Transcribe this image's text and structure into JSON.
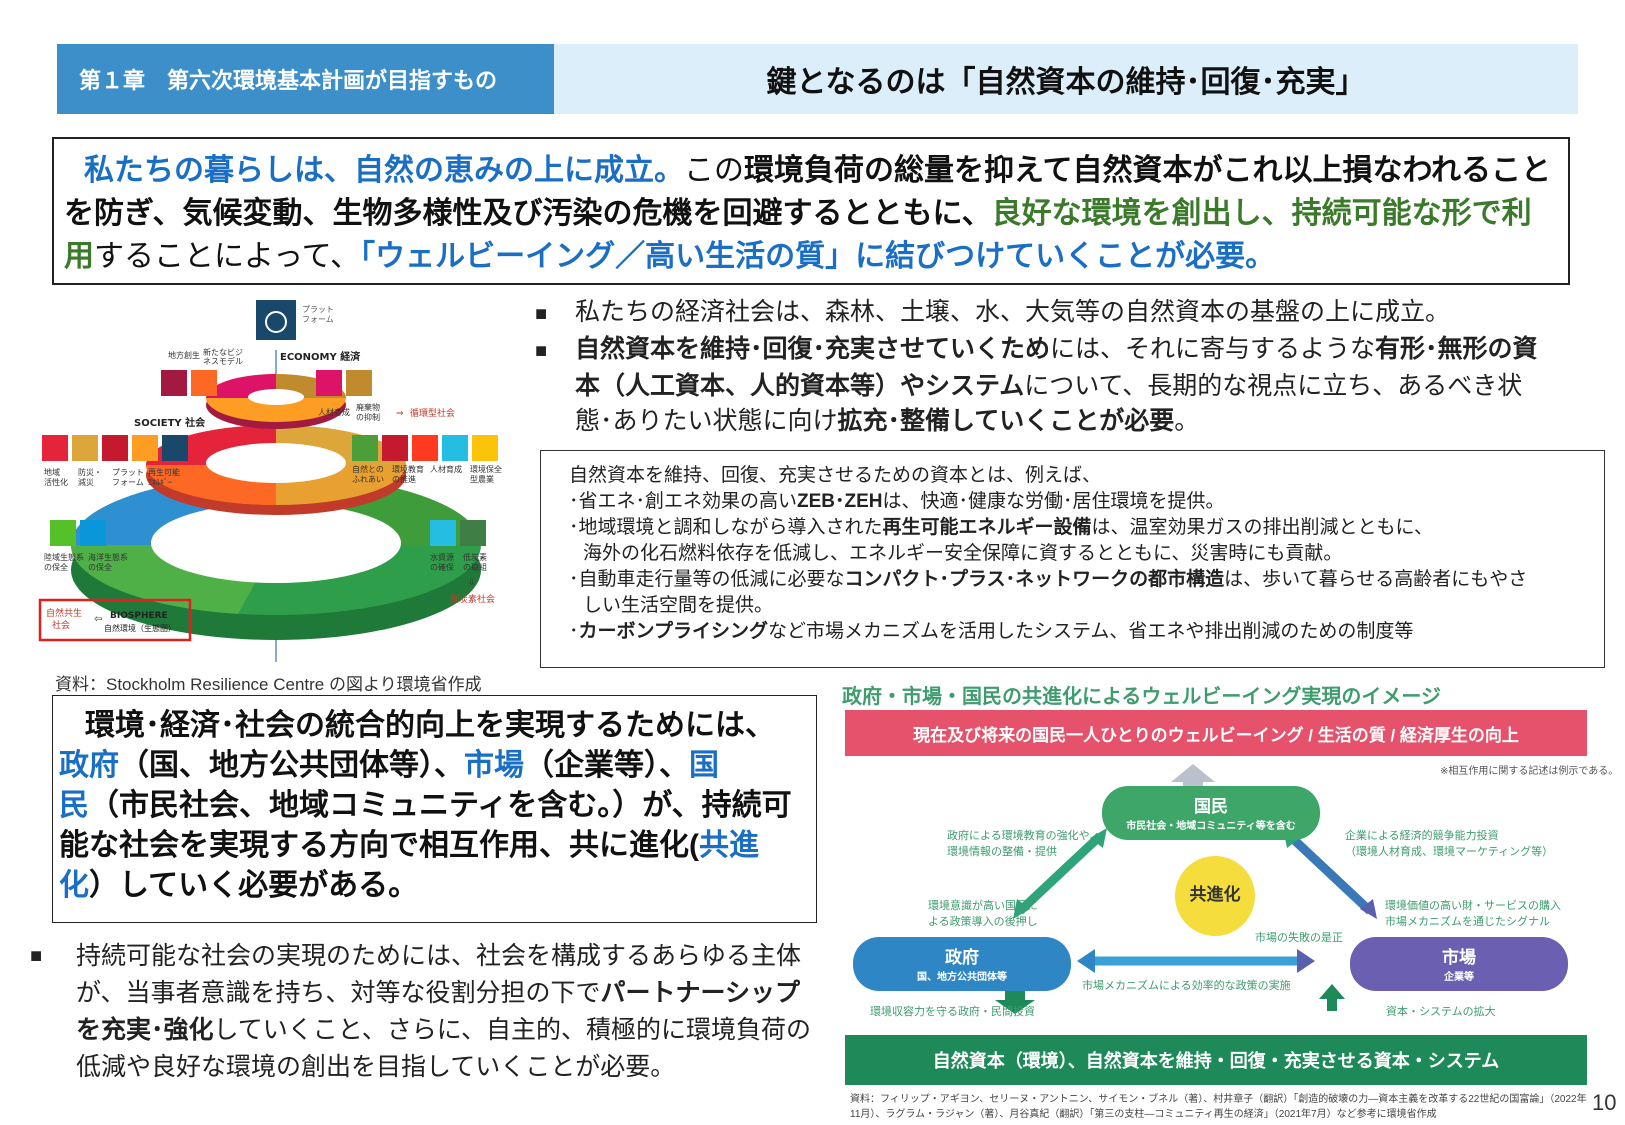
{
  "header": {
    "chapter": "第１章　第六次環境基本計画が目指すもの",
    "title": "鍵となるのは「自然資本の維持･回復･充実」"
  },
  "summary": {
    "p1": "私たちの暮らしは、自然の恵みの上に成立。",
    "p2": "この",
    "p3": "環境負荷の総量を抑えて自然資本がこれ以上損なわれること",
    "p4": "を防ぎ、気候変動、生物多様性及び汚染の危機を回避するとともに、",
    "p5": "良好な環境を創出し、持続可能な形で利",
    "p6": "用",
    "p7": "することによって、",
    "p8": "「ウェルビーイング／高い生活の質」に結びつけていくことが必要。"
  },
  "bullets": {
    "b1": "私たちの経済社会は、森林、土壌、水、大気等の自然資本の基盤の上に成立。",
    "b2_a": "自然資本を維持･回復･充実させていくため",
    "b2_b": "には、それに寄与するような",
    "b2_c": "有形･無形の資",
    "b2_d": "本（人工資本、人的資本等）やシステム",
    "b2_e": "について、長期的な視点に立ち、あるべき状",
    "b2_f": "態･ありたい状態に向け",
    "b2_g": "拡充･整備していくことが必要",
    "b2_h": "。"
  },
  "examples": {
    "intro": "自然資本を維持、回復、充実させるための資本とは、例えば、",
    "e1_a": "･省エネ･創エネ効果の高い",
    "e1_b": "ZEB･ZEH",
    "e1_c": "は、快適･健康な労働･居住環境を提供。",
    "e2_a": "･地域環境と調和しながら導入された",
    "e2_b": "再生可能エネルギー設備",
    "e2_c": "は、温室効果ガスの排出削減とともに、",
    "e2_d": "海外の化石燃料依存を低減し、エネルギー安全保障に資するとともに、災害時にも貢献。",
    "e3_a": "･自動車走行量等の低減に必要な",
    "e3_b": "コンパクト･プラス･ネットワークの都市構造",
    "e3_c": "は、歩いて暮らせる高齢者にもやさ",
    "e3_d": "しい生活空間を提供。",
    "e4_a": "･",
    "e4_b": "カーボンプライシング",
    "e4_c": "など市場メカニズムを活用したシステム、省エネや排出削減のための制度等"
  },
  "sdg_figure": {
    "credit": "資料：Stockholm Resilience Centre の図より環境省作成",
    "platform": "プラット\nフォーム",
    "economy": "ECONOMY 経済",
    "society": "SOCIETY 社会",
    "biosphere": "BIOSPHERE",
    "biosphere_sub": "自然環境（生態圏）",
    "kyosei": "自然共生\n社会",
    "junkan": "循環型社会",
    "datsutanso": "脱炭素社会",
    "labels": {
      "chiho": "地方創生",
      "aratana": "新たなビジ\nネスモデル",
      "jinzai": "人材育成",
      "haikibutsu": "廃棄物\nの抑制",
      "chiiki": "地域\n活性化",
      "bousai": "防災・\n減災",
      "platform2": "プラット\nフォーム",
      "saiene": "再生可能\nｴﾈﾙｷﾞｰ",
      "shizen_fureai": "自然との\nふれあい",
      "kankyo_kyoiku": "環境教育\nの推進",
      "jinzai2": "人材育成",
      "kankyo_hozen": "環境保全\n型農業",
      "rikuiki": "陸域生態系\nの保全",
      "kaiyo": "海洋生態系\nの保全",
      "suishigen": "水資源\nの確保",
      "teitanso": "低炭素\nの取組"
    }
  },
  "coevo": {
    "l1": "環境･経済･社会の統合的向上を実現するためには、",
    "gov": "政府",
    "gov_d": "（国、地方公共団体等）、",
    "market": "市場",
    "market_d": "（企業等）、",
    "people_1": "国",
    "people_2": "民",
    "people_d": "（市民社会、地域コミュニティを含む。）が、持続可",
    "l4": "能な社会を実現する方向で相互作用、共に進化(",
    "kyoshinka_1": "共進",
    "kyoshinka_2": "化",
    "l5": "）していく必要がある。"
  },
  "partner": {
    "a": "持続可能な社会の実現のためには、社会を構成するあらゆる主体が、当事者意識を持ち、対等な役割分担の下で",
    "b": "パートナーシップを充実･強化",
    "c": "していくこと、さらに、自主的、積極的に環境負荷の低減や良好な環境の創出を目指していくことが必要。"
  },
  "diagram": {
    "title": "政府・市場・国民の共進化によるウェルビーイング実現のイメージ",
    "wellbeing": "現在及び将来の国民一人ひとりのウェルビーイング / 生活の質 / 経済厚生の向上",
    "note": "※相互作用に関する記述は例示である。",
    "kokumin": "国民",
    "kokumin_sub": "市民社会・地域コミュニティ等を含む",
    "seifu": "政府",
    "seifu_sub": "国、地方公共団体等",
    "shijo": "市場",
    "shijo_sub": "企業等",
    "center": "共進化",
    "lab_gk_top": "政府による環境教育の強化や\n環境情報の整備・提供",
    "lab_gk_bot": "環境意識が高い国民に\nよる政策導入の後押し",
    "lab_ks_top": "企業による経済的競争能力投資\n（環境人材育成、環境マーケティング等）",
    "lab_ks_bot": "環境価値の高い財・サービスの購入\n市場メカニズムを通じたシグナル",
    "lab_gs_top": "市場の失敗の是正",
    "lab_gs_bot": "市場メカニズムによる効率的な政策の実施",
    "lab_down": "環境収容力を守る政府・民間投資",
    "lab_up": "資本・システムの拡大",
    "base": "自然資本（環境）、自然資本を維持・回復・充実させる資本・システム",
    "source": "資料：フィリップ・アギヨン、セリーヌ・アントニン、サイモン・ブネル（著）、村井章子（翻訳）「創造的破壊の力―資本主義を改革する22世紀の国富論」（2022年11月）、ラグラム・ラジャン（著）、月谷真紀（翻訳）「第三の支柱―コミュニティ再生の経済」（2021年7月）など参考に環境省作成",
    "colors": {
      "pink": "#e6516b",
      "green": "#3fa66a",
      "blue": "#2f86c4",
      "purple": "#6a5fb0",
      "yellow": "#f4dd3c",
      "dark_green": "#1e8a5a"
    }
  },
  "page_number": "10"
}
